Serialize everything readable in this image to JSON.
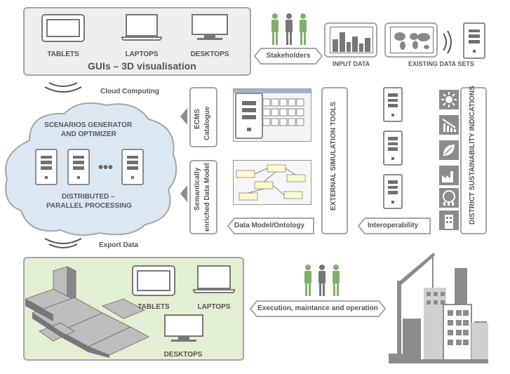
{
  "gui_panel": {
    "title": "GUIs – 3D visualisation",
    "devices": [
      "TABLETS",
      "LAPTOPS",
      "DESKTOPS"
    ]
  },
  "stakeholders_label": "Stakeholders",
  "input_data_label": "INPUT DATA",
  "existing_data_label": "EXISTING DATA SETS",
  "cloud_computing_label": "Cloud Computing",
  "cloud": {
    "top_text_1": "SCENARIOS GENERATOR",
    "top_text_2": "AND OPTIMIZER",
    "bottom_text_1": "DISTRIBUTED –",
    "bottom_text_2": "PARALLEL PROCESSING"
  },
  "ecms_label_1": "ECMS",
  "ecms_label_2": "Catalogue",
  "data_model_label_1": "Semantically",
  "data_model_label_2": "enriched Data Model",
  "data_model_tag": "Data Model/Ontology",
  "ext_sim_label": "EXTERNAL SIMULATION TOOLS",
  "interop_label": "Interoperability",
  "district_label": "DISTRICT SUSTAINABILITY INDICATIONS",
  "export_label": "Export Data",
  "bottom_panel": {
    "devices": [
      "TABLETS",
      "LAPTOPS",
      "DESKTOPS"
    ]
  },
  "execution_label": "Execution, maintance and operation",
  "colors": {
    "green_panel": "#e3efd3",
    "cloud": "#dbe8f3",
    "person_green": "#7fb069",
    "gray": "#8c8c8c"
  }
}
